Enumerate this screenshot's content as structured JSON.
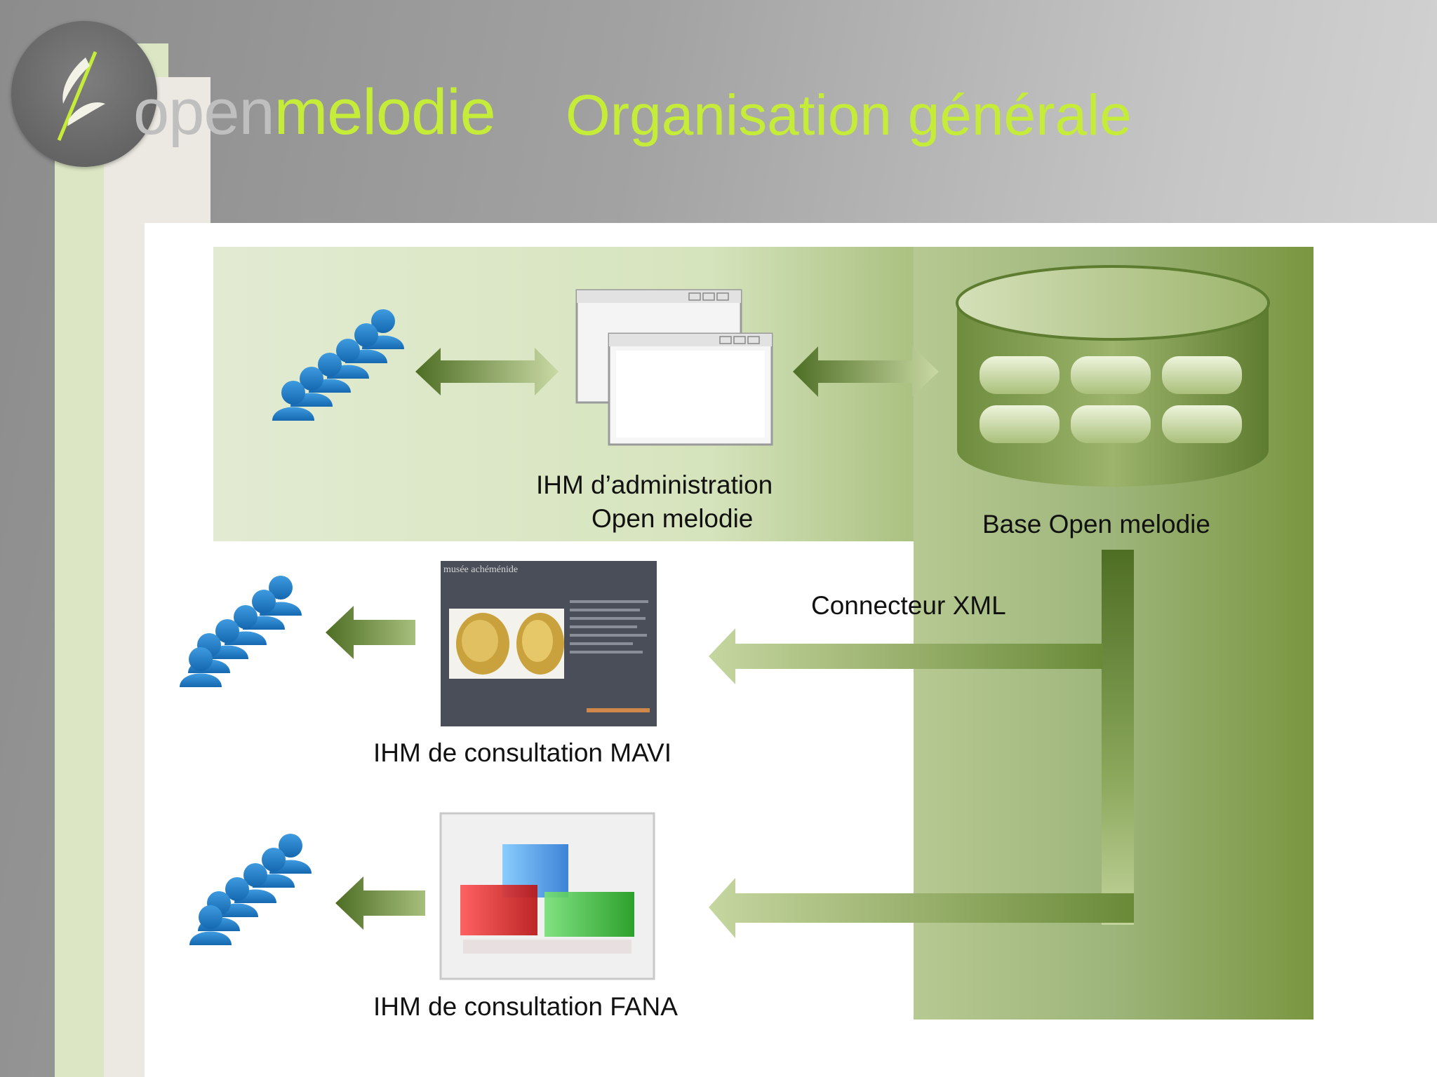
{
  "header": {
    "logo_open": "open",
    "logo_melodie": "melodie",
    "title": "Organisation générale"
  },
  "diagram": {
    "admin_ui_label_line1": "IHM d’administration",
    "admin_ui_label_line2": "Open melodie",
    "database_label": "Base Open melodie",
    "connector_label": "Connecteur XML",
    "mavi_label": "IHM de consultation MAVI",
    "fana_label": "IHM de consultation FANA",
    "mavi_screenshot_title": "musée achéménide"
  },
  "colors": {
    "title_green": "#c6ec3a",
    "arrow_dark_green": "#4e6e24",
    "user_blue": "#1f7fcf"
  },
  "icons": [
    "users-icon",
    "window-icon",
    "database-icon",
    "cubes-icon",
    "logo-quill-icon"
  ]
}
